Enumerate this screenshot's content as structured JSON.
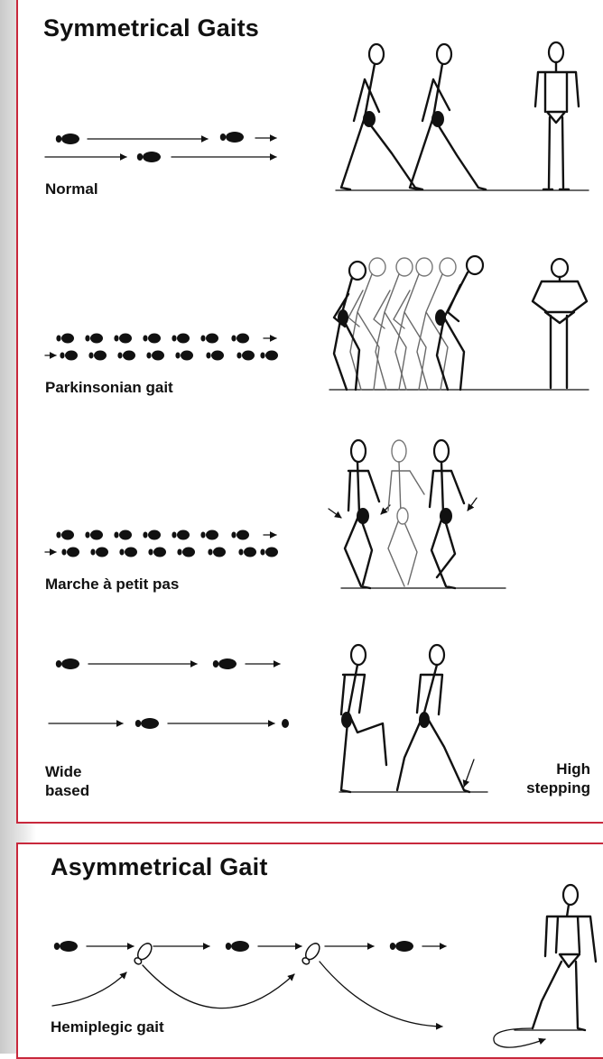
{
  "sections": {
    "symmetric": {
      "title": "Symmetrical Gaits"
    },
    "asymmetric": {
      "title": "Asymmetrical Gait"
    }
  },
  "gaits": {
    "normal": "Normal",
    "parkinsonian": "Parkinsonian gait",
    "petit_pas": "Marche à petit pas",
    "wide_based": "Wide based",
    "high_stepping": "High stepping",
    "hemiplegic": "Hemiplegic gait"
  },
  "labels": {
    "wide_line1": "Wide",
    "wide_line2": "based",
    "high_line1": "High",
    "high_line2": "stepping"
  }
}
